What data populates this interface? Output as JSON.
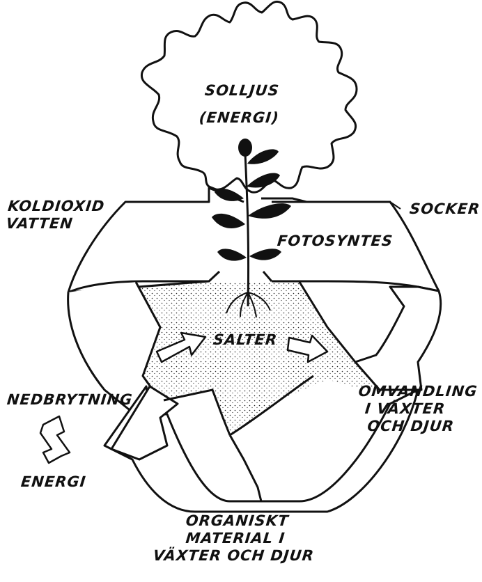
{
  "diagram": {
    "sun": {
      "line1": "SOLLJUS",
      "line2": "(ENERGI)"
    },
    "left_top": {
      "line1": "KOLDIOXID",
      "line2": "VATTEN"
    },
    "right_top": "SOCKER",
    "photosynthesis": "FOTOSYNTES",
    "center": "SALTER",
    "left_mid": "NEDBRYTNING",
    "left_bottom": "ENERGI",
    "right_mid": {
      "line1": "OMVANDLING",
      "line2": "I VÄXTER",
      "line3": "OCH DJUR"
    },
    "bottom": {
      "line1": "ORGANISKT",
      "line2": "MATERIAL I",
      "line3": "VÄXTER OCH DJUR"
    }
  },
  "colors": {
    "ink": "#111111",
    "paper": "#ffffff",
    "stipple": "#222222"
  }
}
